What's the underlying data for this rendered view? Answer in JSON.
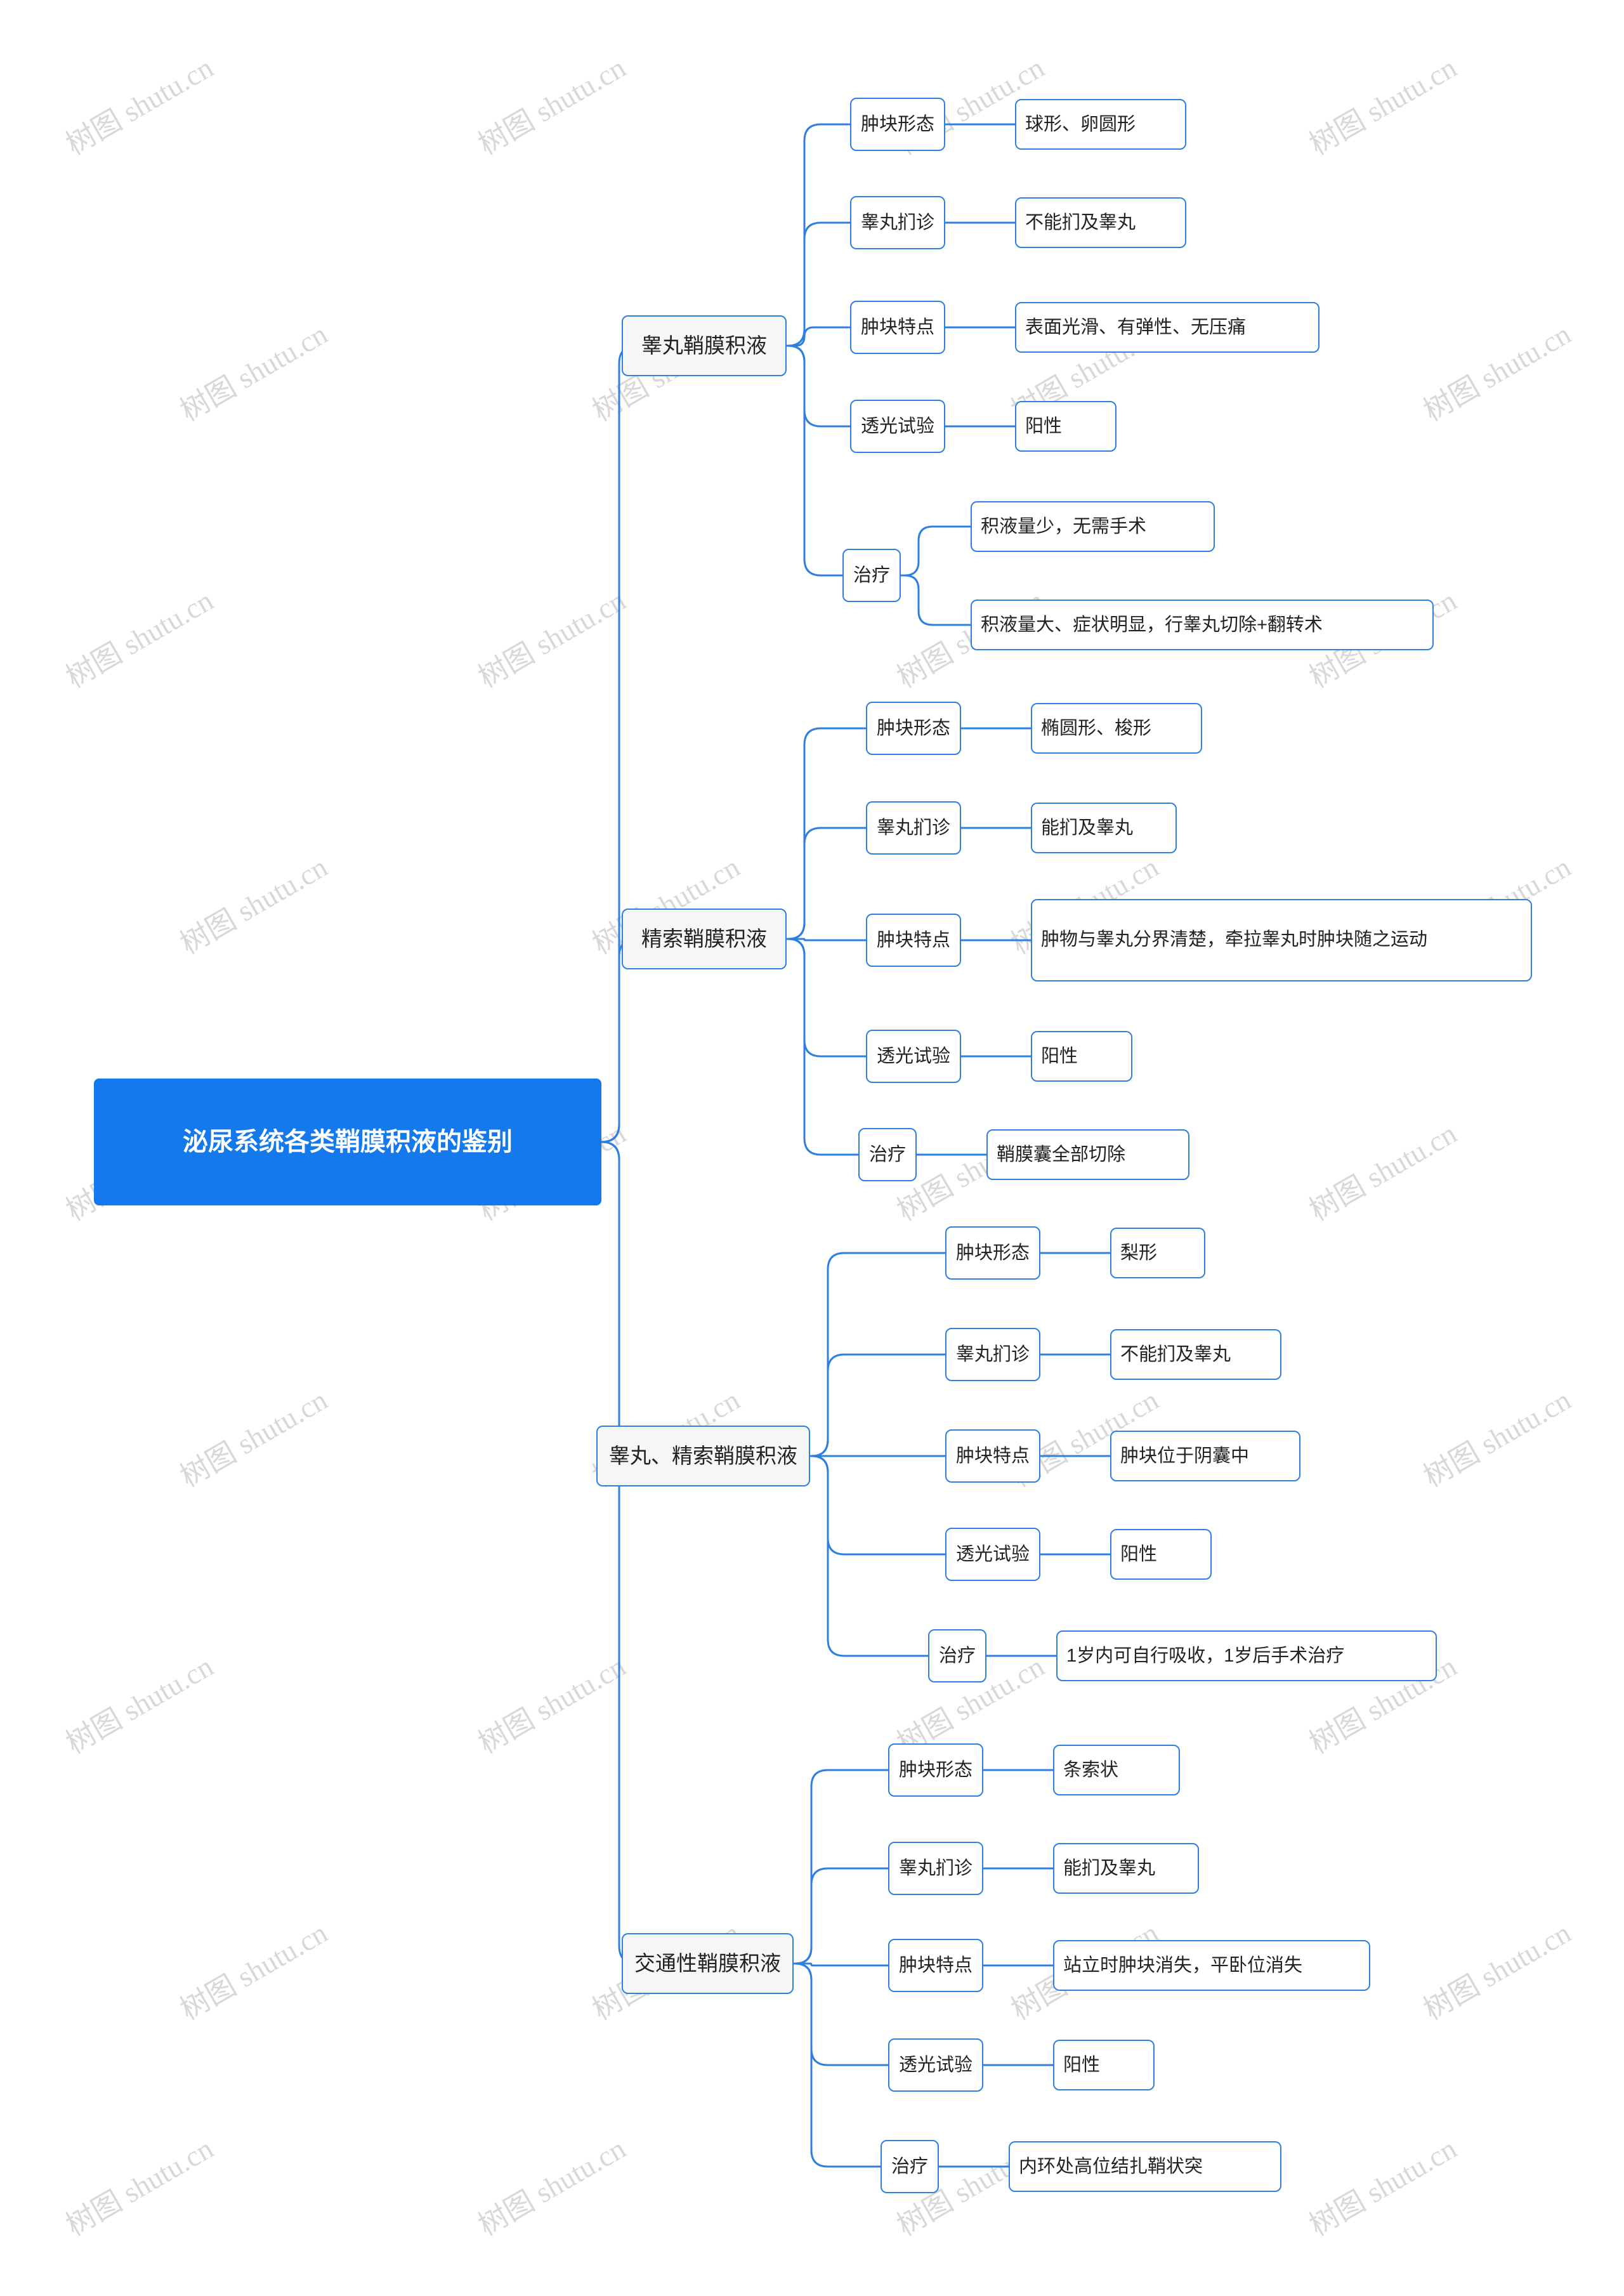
{
  "root": {
    "label": "泌尿系统各类鞘膜积液的鉴别"
  },
  "watermark": {
    "text": "树图 shutu.cn"
  },
  "colors": {
    "root_bg": "#1479ec",
    "root_text": "#ffffff",
    "branch_border": "#2f7fe0",
    "cat_bg": "#f4f6f8",
    "link": "#2f7fe0"
  },
  "branches": [
    {
      "label": "睾丸鞘膜积液",
      "items": [
        {
          "attr": "肿块形态",
          "values": [
            "球形、卵圆形"
          ]
        },
        {
          "attr": "睾丸扪诊",
          "values": [
            "不能扪及睾丸"
          ]
        },
        {
          "attr": "肿块特点",
          "values": [
            "表面光滑、有弹性、无压痛"
          ]
        },
        {
          "attr": "透光试验",
          "values": [
            "阳性"
          ]
        },
        {
          "attr": "治疗",
          "values": [
            "积液量少，无需手术",
            "积液量大、症状明显，行睾丸切除+翻转术"
          ]
        }
      ]
    },
    {
      "label": "精索鞘膜积液",
      "items": [
        {
          "attr": "肿块形态",
          "values": [
            "椭圆形、梭形"
          ]
        },
        {
          "attr": "睾丸扪诊",
          "values": [
            "能扪及睾丸"
          ]
        },
        {
          "attr": "肿块特点",
          "values": [
            "肿物与睾丸分界清楚，牵拉睾丸时肿块随之运动"
          ]
        },
        {
          "attr": "透光试验",
          "values": [
            "阳性"
          ]
        },
        {
          "attr": "治疗",
          "values": [
            "鞘膜囊全部切除"
          ]
        }
      ]
    },
    {
      "label": "睾丸、精索鞘膜积液",
      "items": [
        {
          "attr": "肿块形态",
          "values": [
            "梨形"
          ]
        },
        {
          "attr": "睾丸扪诊",
          "values": [
            "不能扪及睾丸"
          ]
        },
        {
          "attr": "肿块特点",
          "values": [
            "肿块位于阴囊中"
          ]
        },
        {
          "attr": "透光试验",
          "values": [
            "阳性"
          ]
        },
        {
          "attr": "治疗",
          "values": [
            "1岁内可自行吸收，1岁后手术治疗"
          ]
        }
      ]
    },
    {
      "label": "交通性鞘膜积液",
      "items": [
        {
          "attr": "肿块形态",
          "values": [
            "条索状"
          ]
        },
        {
          "attr": "睾丸扪诊",
          "values": [
            "能扪及睾丸"
          ]
        },
        {
          "attr": "肿块特点",
          "values": [
            "站立时肿块消失，平卧位消失"
          ]
        },
        {
          "attr": "透光试验",
          "values": [
            "阳性"
          ]
        },
        {
          "attr": "治疗",
          "values": [
            "内环处高位结扎鞘状突"
          ]
        }
      ]
    }
  ]
}
